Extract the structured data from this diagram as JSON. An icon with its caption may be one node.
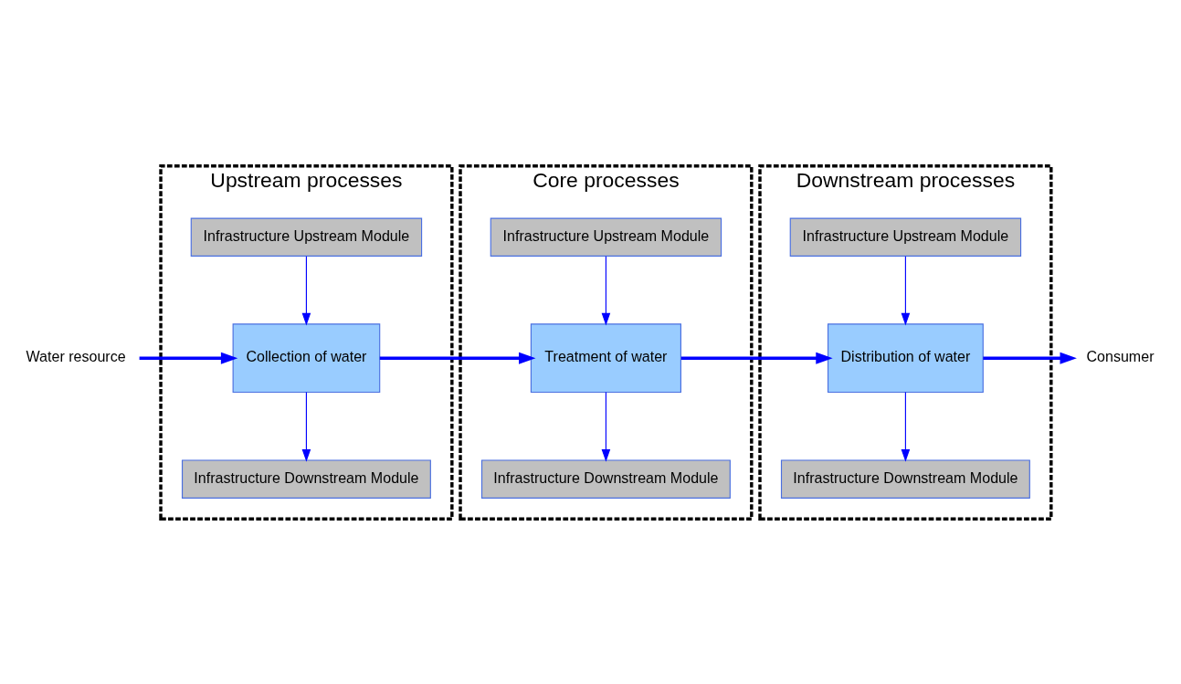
{
  "diagram": {
    "nodes": [
      {
        "text": [
          "Water resource"
        ]
      },
      {
        "text": [
          "Upstream processes"
        ]
      },
      {
        "text": [
          "Infrastructure Upstream Module"
        ],
        "in": 1
      },
      {
        "text": [
          "Collection of water"
        ],
        "in": 1
      },
      {
        "text": [
          "Infrastructure Downstream Module"
        ],
        "in": 1
      },
      {
        "text": [
          "Core processes"
        ]
      },
      {
        "text": [
          "Infrastructure Upstream Module"
        ],
        "in": 5
      },
      {
        "text": [
          "Treatment of water"
        ],
        "in": 5
      },
      {
        "text": [
          "Infrastructure Downstream Module"
        ],
        "in": 5
      },
      {
        "text": [
          "Downstream processes"
        ]
      },
      {
        "text": [
          "Infrastructure Upstream Module"
        ],
        "in": 9
      },
      {
        "text": [
          "Distribution of water"
        ],
        "in": 9
      },
      {
        "text": [
          "Infrastructure Downstream Module"
        ],
        "in": 9
      },
      {
        "text": [
          "Consumer"
        ]
      }
    ],
    "edges": [
      {
        "from": 0,
        "to": 3,
        "arrow": "to",
        "style": "thick"
      },
      {
        "from": 2,
        "to": 3,
        "arrow": "to"
      },
      {
        "from": 3,
        "to": 4,
        "arrow": "to"
      },
      {
        "from": 3,
        "to": 7,
        "arrow": "to",
        "style": "thick"
      },
      {
        "from": 6,
        "to": 7,
        "arrow": "to"
      },
      {
        "from": 7,
        "to": 8,
        "arrow": "to"
      },
      {
        "from": 7,
        "to": 11,
        "arrow": "to",
        "style": "thick"
      },
      {
        "from": 10,
        "to": 11,
        "arrow": "to"
      },
      {
        "from": 11,
        "to": 12,
        "arrow": "to"
      },
      {
        "from": 11,
        "to": 13,
        "arrow": "to",
        "style": "thick"
      }
    ]
  }
}
